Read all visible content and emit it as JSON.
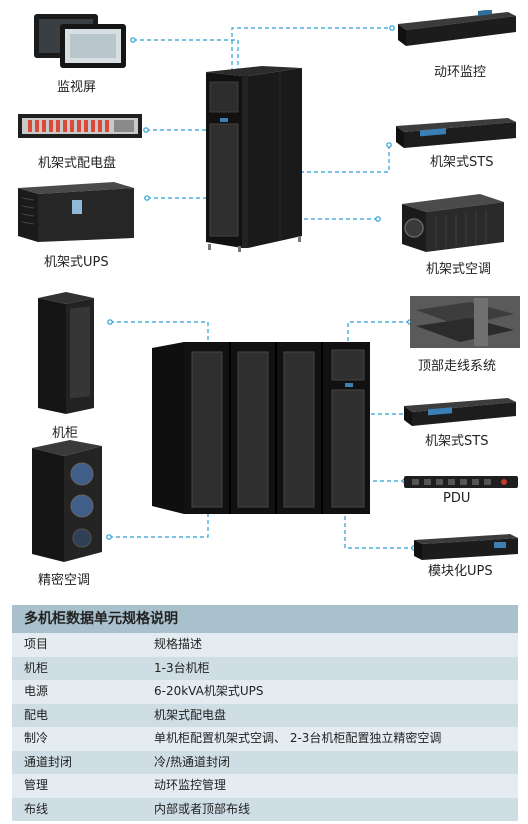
{
  "labels": {
    "monitor_screen": "监视屏",
    "env_monitor": "动环监控",
    "rack_pdu_panel": "机架式配电盘",
    "rack_sts_top": "机架式STS",
    "rack_ups": "机架式UPS",
    "rack_ac": "机架式空调",
    "cabinet": "机柜",
    "top_cabling": "顶部走线系统",
    "rack_sts_bottom": "机架式STS",
    "precision_ac": "精密空调",
    "pdu": "PDU",
    "modular_ups": "模块化UPS"
  },
  "spec_table": {
    "title": "多机柜数据单元规格说明",
    "header": {
      "item": "项目",
      "desc": "规格描述"
    },
    "rows": [
      {
        "item": "机柜",
        "desc": "1-3台机柜"
      },
      {
        "item": "电源",
        "desc": "6-20kVA机架式UPS"
      },
      {
        "item": "配电",
        "desc": "机架式配电盘"
      },
      {
        "item": "制冷",
        "desc": "单机柜配置机架式空调、 2-3台机柜配置独立精密空调"
      },
      {
        "item": "通道封闭",
        "desc": "冷/热通道封闭"
      },
      {
        "item": "管理",
        "desc": "动环监控管理"
      },
      {
        "item": "布线",
        "desc": "内部或者顶部布线"
      }
    ]
  },
  "colors": {
    "connector": "#2a9fd6",
    "table_header": "#a9c1cc"
  }
}
